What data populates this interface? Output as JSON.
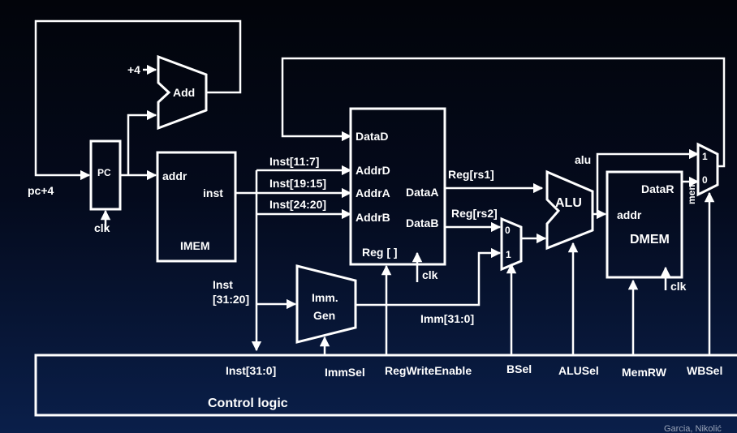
{
  "pc": {
    "label": "PC",
    "input_label": "pc+4",
    "clk": "clk"
  },
  "adder": {
    "label": "Add",
    "const": "+4"
  },
  "imem": {
    "title": "IMEM",
    "addr": "addr",
    "inst": "inst"
  },
  "inst_fields": {
    "rd": "Inst[11:7]",
    "rs1": "Inst[19:15]",
    "rs2": "Inst[24:20]",
    "imm": "Inst\n[31:20]",
    "full": "Inst[31:0]"
  },
  "regfile": {
    "title": "Reg [ ]",
    "data_d": "DataD",
    "addr_d": "AddrD",
    "addr_a": "AddrA",
    "addr_b": "AddrB",
    "data_a": "DataA",
    "data_b": "DataB",
    "clk": "clk"
  },
  "reg_outputs": {
    "rs1": "Reg[rs1]",
    "rs2": "Reg[rs2]"
  },
  "immgen": {
    "line1": "Imm.",
    "line2": "Gen",
    "out": "Imm[31:0]"
  },
  "bmux": {
    "in0": "0",
    "in1": "1"
  },
  "alu": {
    "label": "ALU",
    "out": "alu"
  },
  "dmem": {
    "title": "DMEM",
    "addr": "addr",
    "data_r": "DataR",
    "clk": "clk"
  },
  "wbmux": {
    "in1": "1",
    "in0": "0",
    "mem": "mem"
  },
  "control": {
    "title": "Control logic",
    "signals": [
      "Inst[31:0]",
      "ImmSel",
      "RegWriteEnable",
      "BSel",
      "ALUSel",
      "MemRW",
      "WBSel"
    ]
  },
  "credit": "Garcia, Nikolić"
}
